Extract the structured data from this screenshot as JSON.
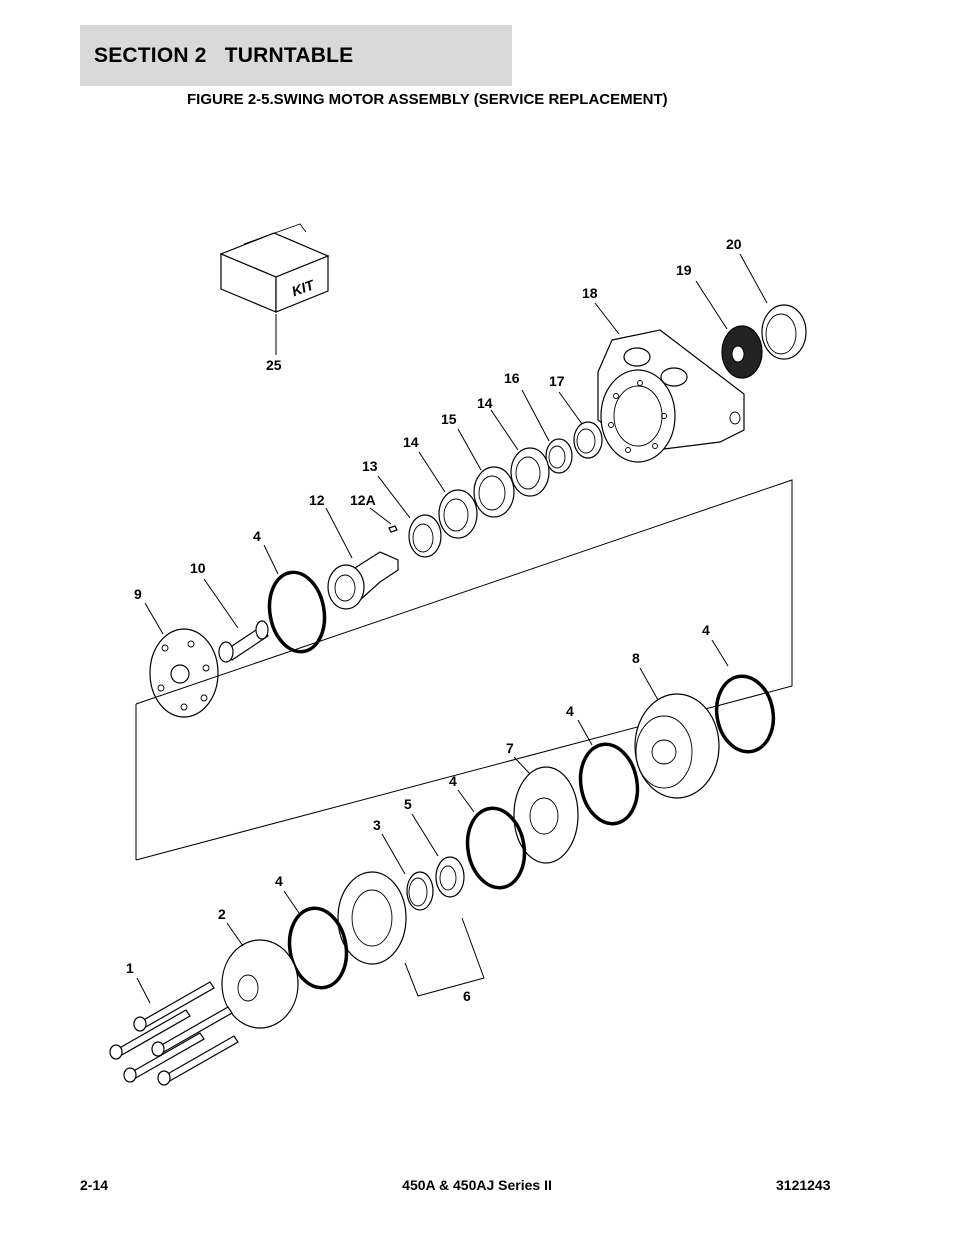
{
  "header": {
    "section_title": "SECTION 2   TURNTABLE",
    "figure_title": "FIGURE 2-5.SWING MOTOR ASSEMBLY (SERVICE REPLACEMENT)"
  },
  "footer": {
    "page_number": "2-14",
    "model": "450A & 450AJ Series II",
    "doc_number": "3121243"
  },
  "kit_label": "KIT",
  "callouts": {
    "c1": "1",
    "c2": "2",
    "c3": "3",
    "c4a": "4",
    "c4b": "4",
    "c4c": "4",
    "c4d": "4",
    "c4e": "4",
    "c5": "5",
    "c6": "6",
    "c7": "7",
    "c8": "8",
    "c9": "9",
    "c10": "10",
    "c12": "12",
    "c12a": "12A",
    "c13": "13",
    "c14a": "14",
    "c14b": "14",
    "c15": "15",
    "c16": "16",
    "c17": "17",
    "c18": "18",
    "c19": "19",
    "c20": "20",
    "c25": "25"
  }
}
